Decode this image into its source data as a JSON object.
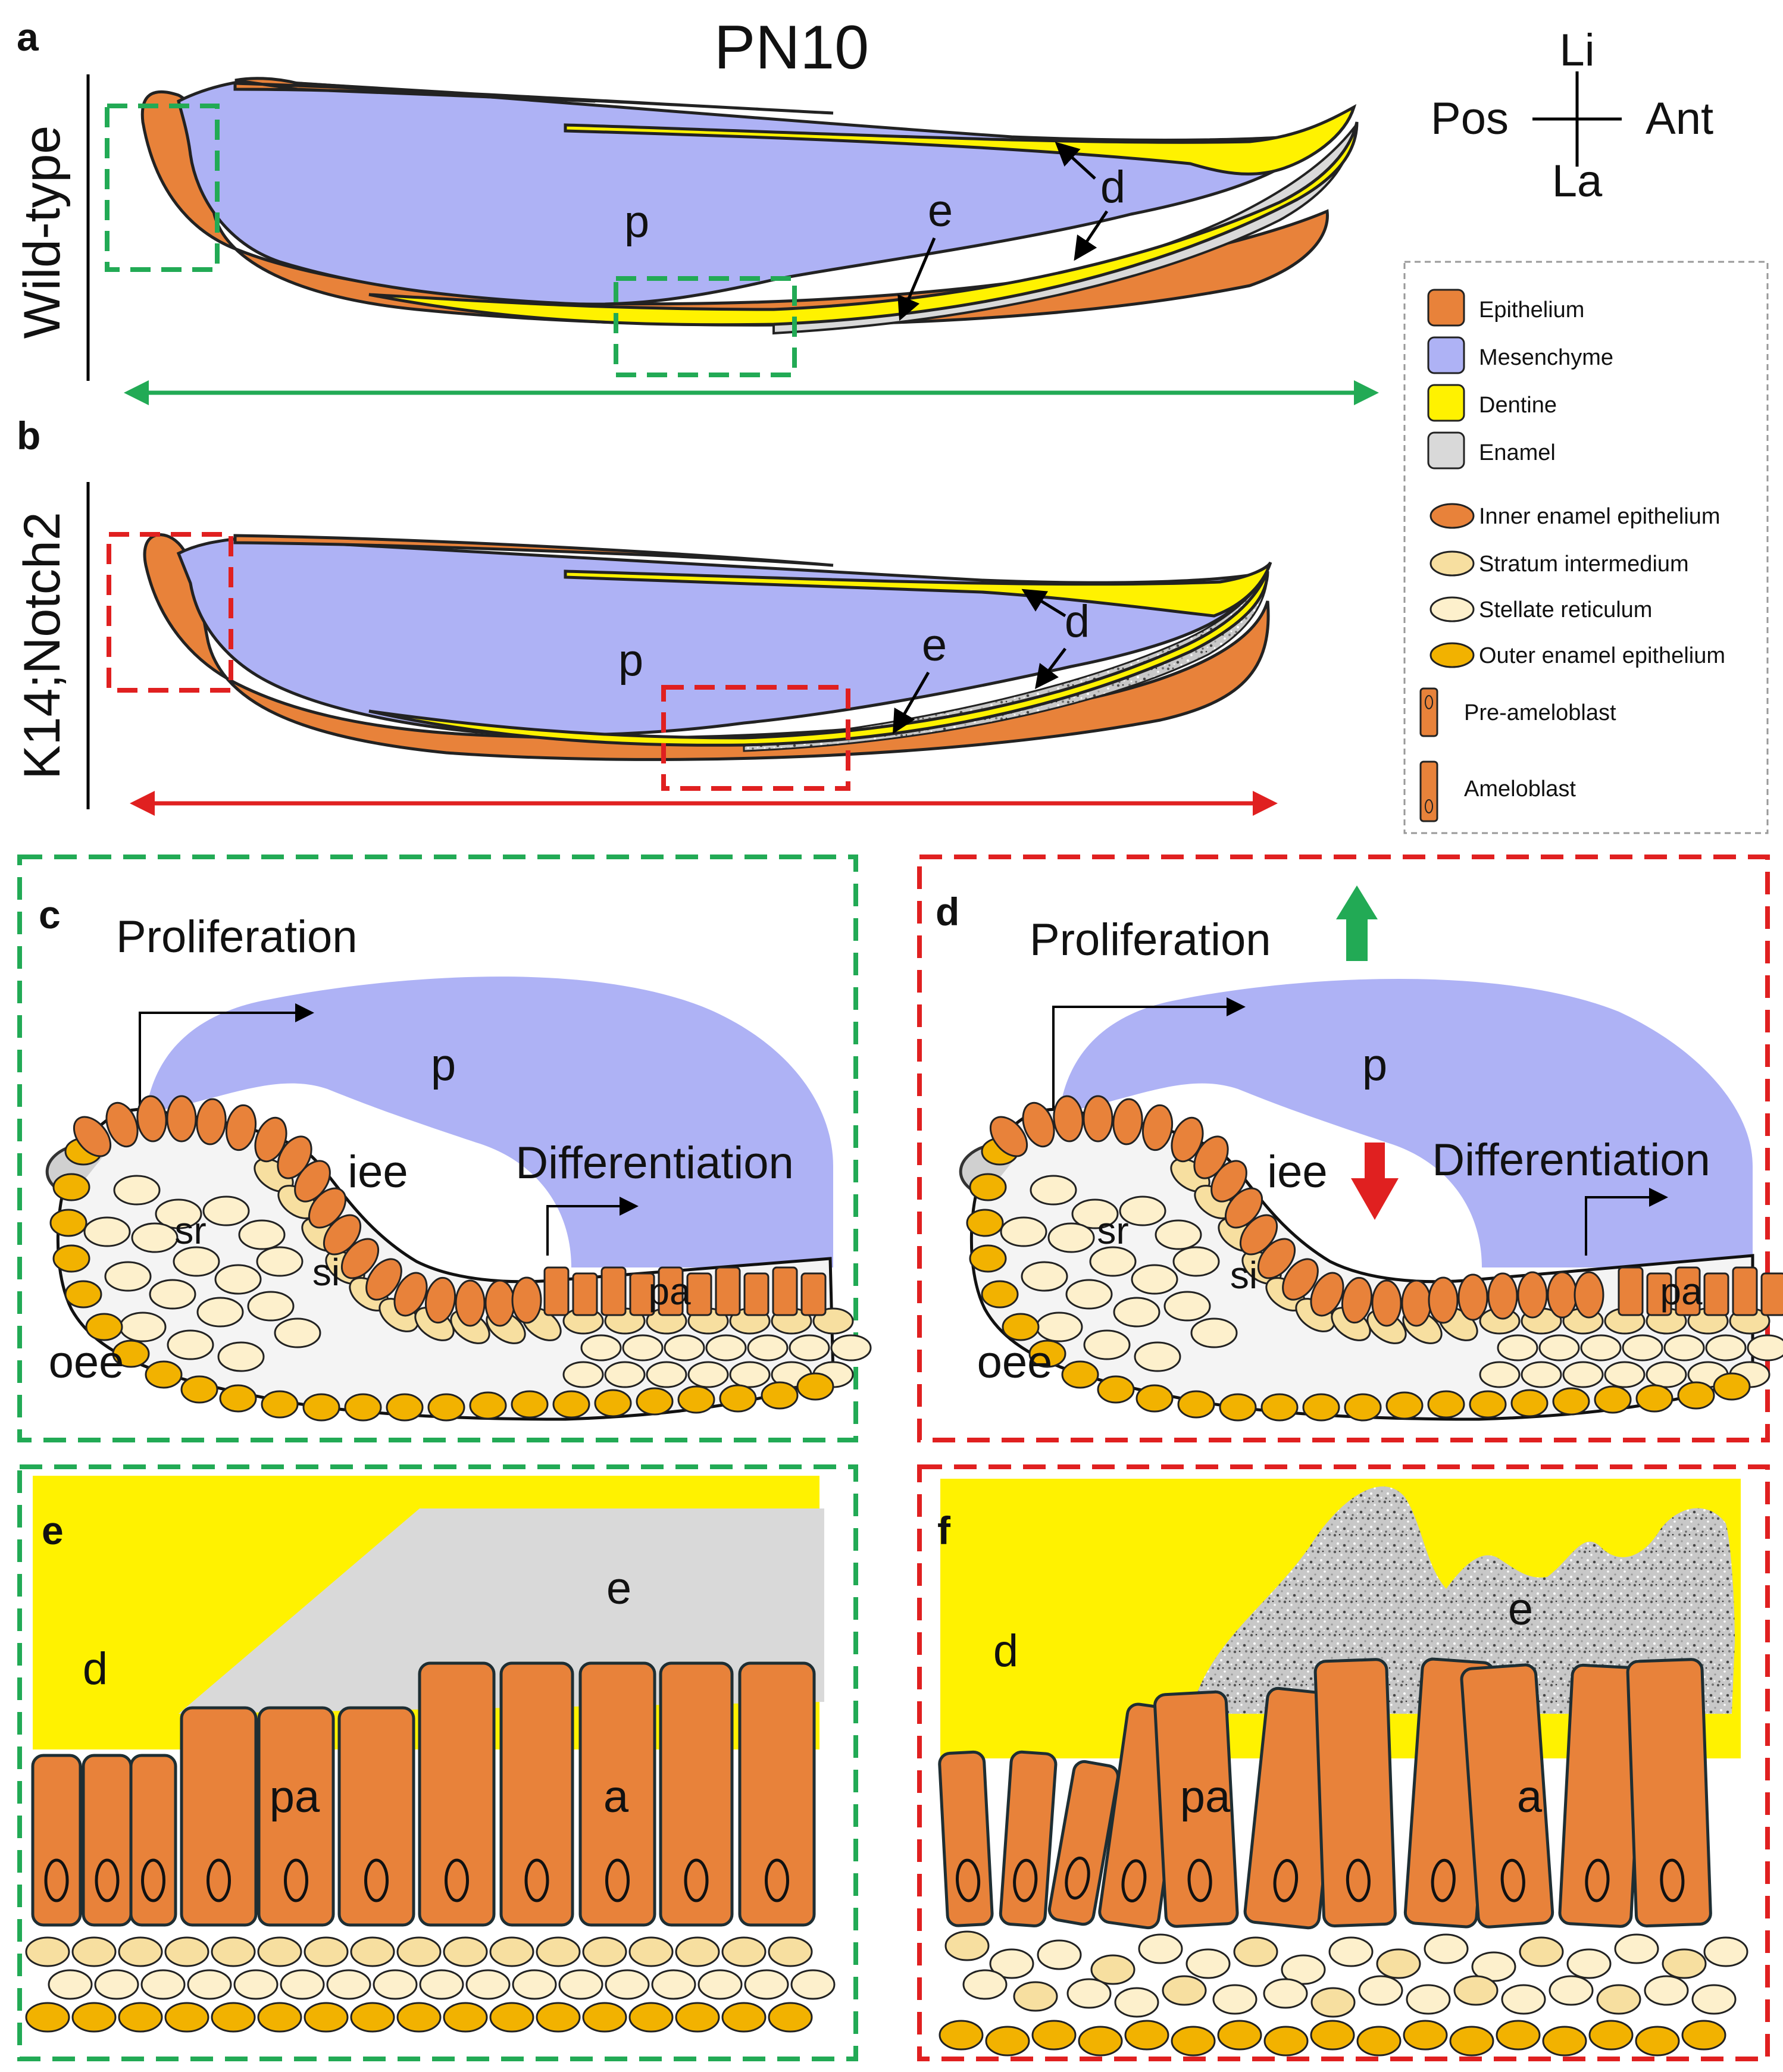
{
  "title": "PN10",
  "orientation": {
    "li": "Li",
    "la": "La",
    "pos": "Pos",
    "ant": "Ant"
  },
  "panels": {
    "a": "a",
    "b": "b",
    "c": "c",
    "d": "d",
    "e": "e",
    "f": "f"
  },
  "rows": {
    "wild_type": "Wild-type",
    "mutant": "K14;Notch2"
  },
  "labels": {
    "pulp": "p",
    "dentine": "d",
    "enamel": "e",
    "proliferation": "Proliferation",
    "differentiation": "Differentiation",
    "iee": "iee",
    "sr": "sr",
    "si": "si",
    "oee": "oee",
    "pa": "pa",
    "a": "a"
  },
  "legend": {
    "tissues": [
      "Epithelium",
      "Mesenchyme",
      "Dentine",
      "Enamel"
    ],
    "cells": [
      "Inner enamel epithelium",
      "Stratum intermedium",
      "Stellate reticulum",
      "Outer enamel epithelium",
      "Pre-ameloblast",
      "Ameloblast"
    ]
  },
  "colors": {
    "epithelium": "#E8823A",
    "mesenchyme": "#AEB2F5",
    "dentine": "#FFF200",
    "enamel": "#D9D9D9",
    "inner_enamel_epithelium": "#E8823A",
    "stratum_intermedium": "#F7DFA0",
    "stellate_reticulum": "#FDF0CC",
    "outer_enamel_epithelium": "#F2B200",
    "wild_type_box": "#22AA55",
    "mutant_box": "#E02020"
  },
  "icons": [
    "green-up-arrow-icon",
    "red-down-arrow-icon"
  ]
}
